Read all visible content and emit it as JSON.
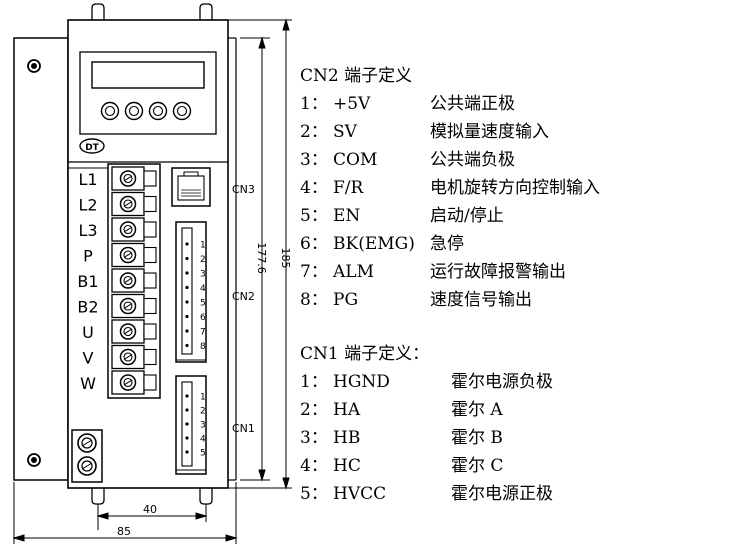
{
  "drawing": {
    "terminal_labels": [
      "L1",
      "L2",
      "L3",
      "P",
      "B1",
      "B2",
      "U",
      "V",
      "W"
    ],
    "logo_text": "DT",
    "connector_labels": {
      "cn3": "CN3",
      "cn2": "CN2",
      "cn1": "CN1"
    },
    "cn2_pins": [
      "1",
      "2",
      "3",
      "4",
      "5",
      "6",
      "7",
      "8"
    ],
    "cn1_pins": [
      "1",
      "2",
      "3",
      "4",
      "5"
    ],
    "dimensions": {
      "height_inner": "177.6",
      "height_outer": "185",
      "width_mount": "40",
      "width_total": "85"
    }
  },
  "cn2": {
    "title": "CN2 端子定义",
    "rows": [
      {
        "num": "1：",
        "signal": "+5V",
        "desc": "公共端正极"
      },
      {
        "num": "2：",
        "signal": "SV",
        "desc": "模拟量速度输入"
      },
      {
        "num": "3：",
        "signal": "COM",
        "desc": "公共端负极"
      },
      {
        "num": "4：",
        "signal": "F/R",
        "desc": "电机旋转方向控制输入"
      },
      {
        "num": "5：",
        "signal": "EN",
        "desc": "启动/停止"
      },
      {
        "num": "6：",
        "signal": "BK(EMG)",
        "desc": "急停"
      },
      {
        "num": "7：",
        "signal": "ALM",
        "desc": "运行故障报警输出"
      },
      {
        "num": "8：",
        "signal": "PG",
        "desc": "速度信号输出"
      }
    ]
  },
  "cn1": {
    "title": "CN1 端子定义：",
    "rows": [
      {
        "num": "1：",
        "signal": "HGND",
        "desc": "霍尔电源负极"
      },
      {
        "num": "2：",
        "signal": "HA",
        "desc": "霍尔 A"
      },
      {
        "num": "3：",
        "signal": "HB",
        "desc": "霍尔 B"
      },
      {
        "num": "4：",
        "signal": "HC",
        "desc": "霍尔 C"
      },
      {
        "num": "5：",
        "signal": "HVCC",
        "desc": "霍尔电源正极"
      }
    ]
  }
}
